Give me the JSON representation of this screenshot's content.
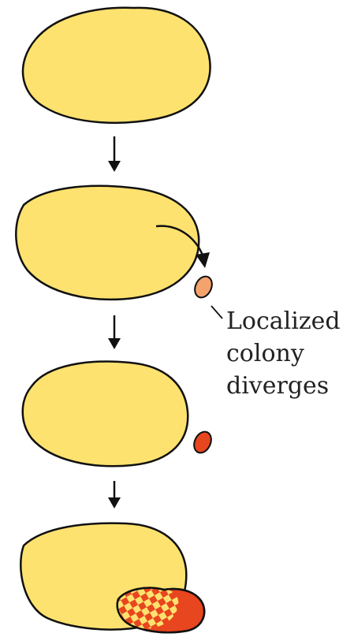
{
  "annotation": {
    "lines": [
      "Localized",
      "colony",
      "diverges"
    ]
  },
  "colors": {
    "population": "#FDE26F",
    "outline": "#111111",
    "founding_colony": "#F5A36D",
    "diverged_colony": "#E8461E",
    "checker_light": "#FDE26F",
    "checker_dark": "#E8461E",
    "arrow": "#111111"
  },
  "stages": [
    {
      "name": "original-population",
      "has_colony": false
    },
    {
      "name": "colony-forming",
      "colony_state": "founding"
    },
    {
      "name": "colony-diverged",
      "colony_state": "diverged"
    },
    {
      "name": "range-expansion",
      "colony_state": "merged-hybrid"
    }
  ]
}
